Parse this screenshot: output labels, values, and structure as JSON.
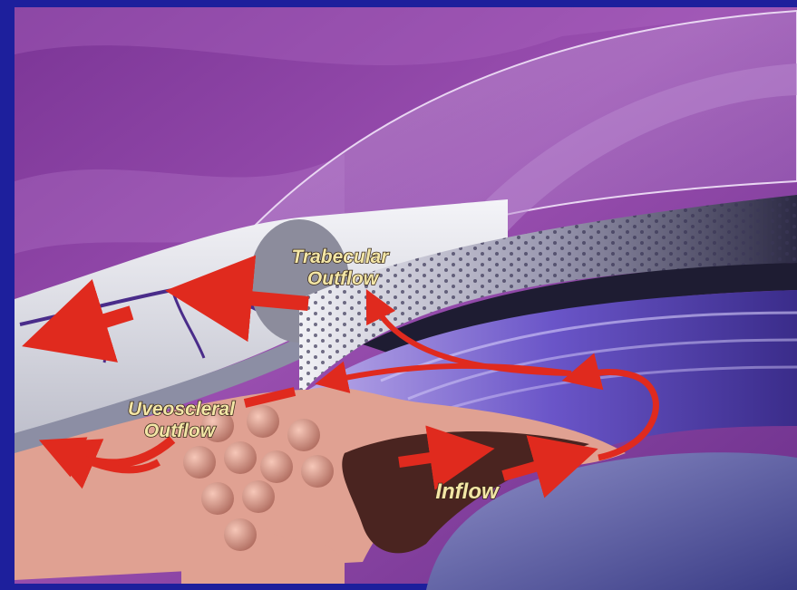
{
  "labels": {
    "trabecular_line1": "Trabecular",
    "trabecular_line2": "Outflow",
    "uveoscleral_line1": "Uveoscleral",
    "uveoscleral_line2": "Outflow",
    "inflow": "Inflow"
  },
  "colors": {
    "frame": "#1d1f9c",
    "background": "#8a3fa3",
    "sclera": "#e4e4ec",
    "tissue": "#e0a192",
    "arrow": "#e02a1e",
    "label_text": "#f3e6a6"
  }
}
